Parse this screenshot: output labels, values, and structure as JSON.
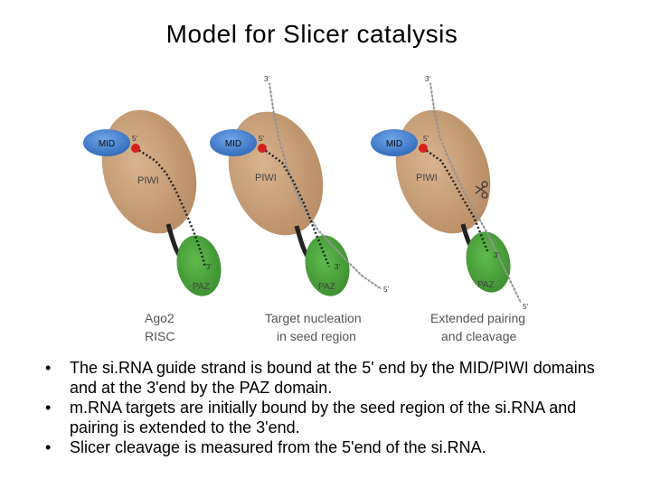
{
  "title": "Model for Slicer catalysis",
  "diagram": {
    "panels": [
      {
        "mid": "MID",
        "piwi": "PIWI",
        "paz": "PAZ",
        "guide_5prime": "5'",
        "guide_3prime": "3'",
        "caption": [
          "Ago2",
          "RISC"
        ]
      },
      {
        "mid": "MID",
        "piwi": "PIWI",
        "paz": "PAZ",
        "guide_5prime": "5'",
        "guide_3prime": "3'",
        "target_3prime": "3'",
        "target_5prime": "5'",
        "caption": [
          "Target nucleation",
          "in seed region"
        ]
      },
      {
        "mid": "MID",
        "piwi": "PIWI",
        "paz": "PAZ",
        "guide_5prime": "5'",
        "guide_3prime": "3'",
        "target_3prime": "3'",
        "target_5prime": "5'",
        "caption": [
          "Extended pairing",
          "and cleavage"
        ]
      }
    ],
    "colors": {
      "piwi": "#c8a07a",
      "mid": "#3f7fd0",
      "paz": "#49a13a",
      "guide_5prime_dot": "#d42020",
      "strand": "#333333",
      "target_strand": "#8a8a8a",
      "caption_text": "#555555"
    },
    "icons": [
      "scissors-icon"
    ]
  },
  "bullets": [
    "The si.RNA guide strand is bound at the 5' end by the MID/PIWI domains and at the 3'end by the PAZ domain.",
    "m.RNA targets are initially bound by the seed region of the si.RNA and pairing is extended to the 3'end.",
    "Slicer cleavage is measured from the 5'end of the si.RNA."
  ]
}
